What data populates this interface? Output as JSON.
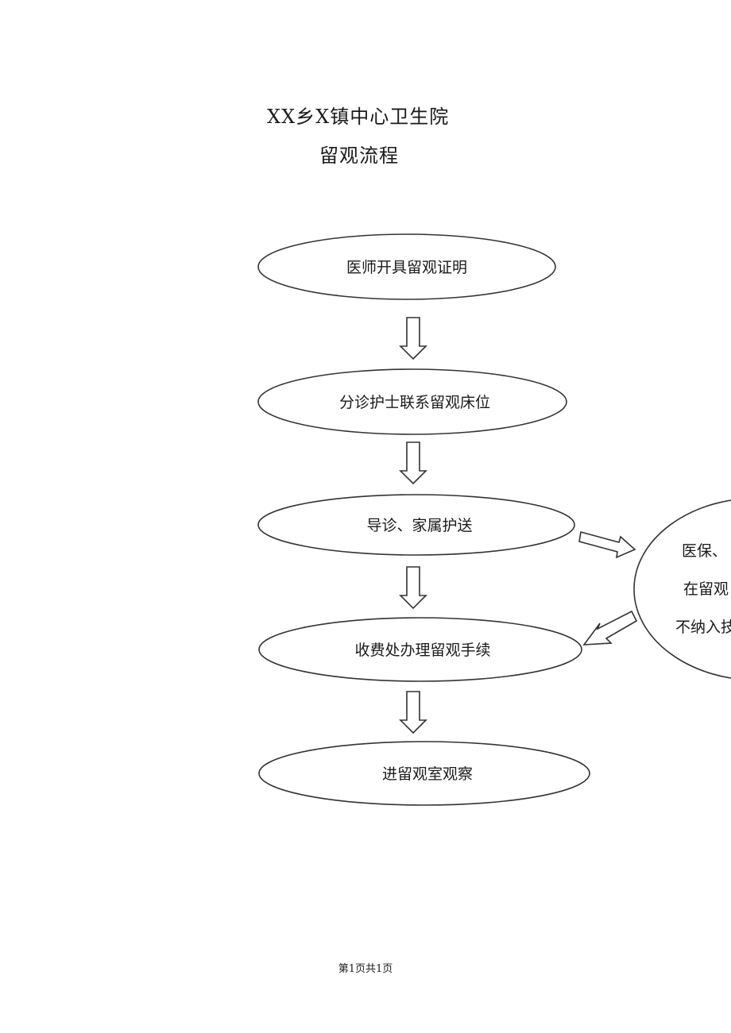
{
  "header": {
    "title": "XX乡X镇中心卫生院",
    "subtitle": "留观流程"
  },
  "flow": {
    "steps": [
      "医师开具留观证明",
      "分诊护士联系留观床位",
      "导诊、家属护送",
      "收费处办理留观手续",
      "进留观室观察"
    ],
    "side_note_lines": [
      "医保、",
      "在留观",
      "不纳入技"
    ]
  },
  "footer": {
    "page_label": "第1页共1页"
  }
}
